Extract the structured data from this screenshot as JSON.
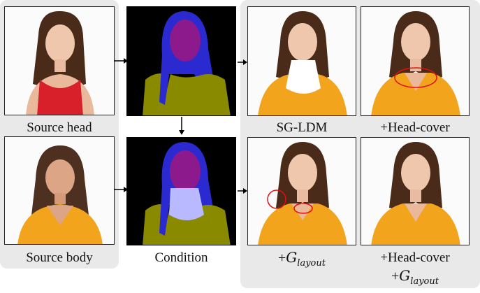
{
  "captions": {
    "source_head": "Source head",
    "source_body": "Source body",
    "condition": "Condition",
    "sg_ldm": "SG-LDM",
    "head_cover": "+Head-cover",
    "g_layout_plus": "+",
    "g_layout_symbol": "G",
    "g_layout_sub": "layout",
    "hc_g_line1": "+Head-cover",
    "hc_g_plus": "+",
    "hc_g_symbol": "G",
    "hc_g_sub": "layout"
  },
  "colors": {
    "panel_bg": "#e9e9e9",
    "seg_background": "#000000",
    "seg_hair": "#2a2ad0",
    "seg_face": "#8c1a8c",
    "seg_clothes": "#8a8a00",
    "seg_neck": "#b9b9ff",
    "top_red": "#d8202a",
    "yellow_blouse": "#f2a51c",
    "annotation_red": "#e01010"
  }
}
